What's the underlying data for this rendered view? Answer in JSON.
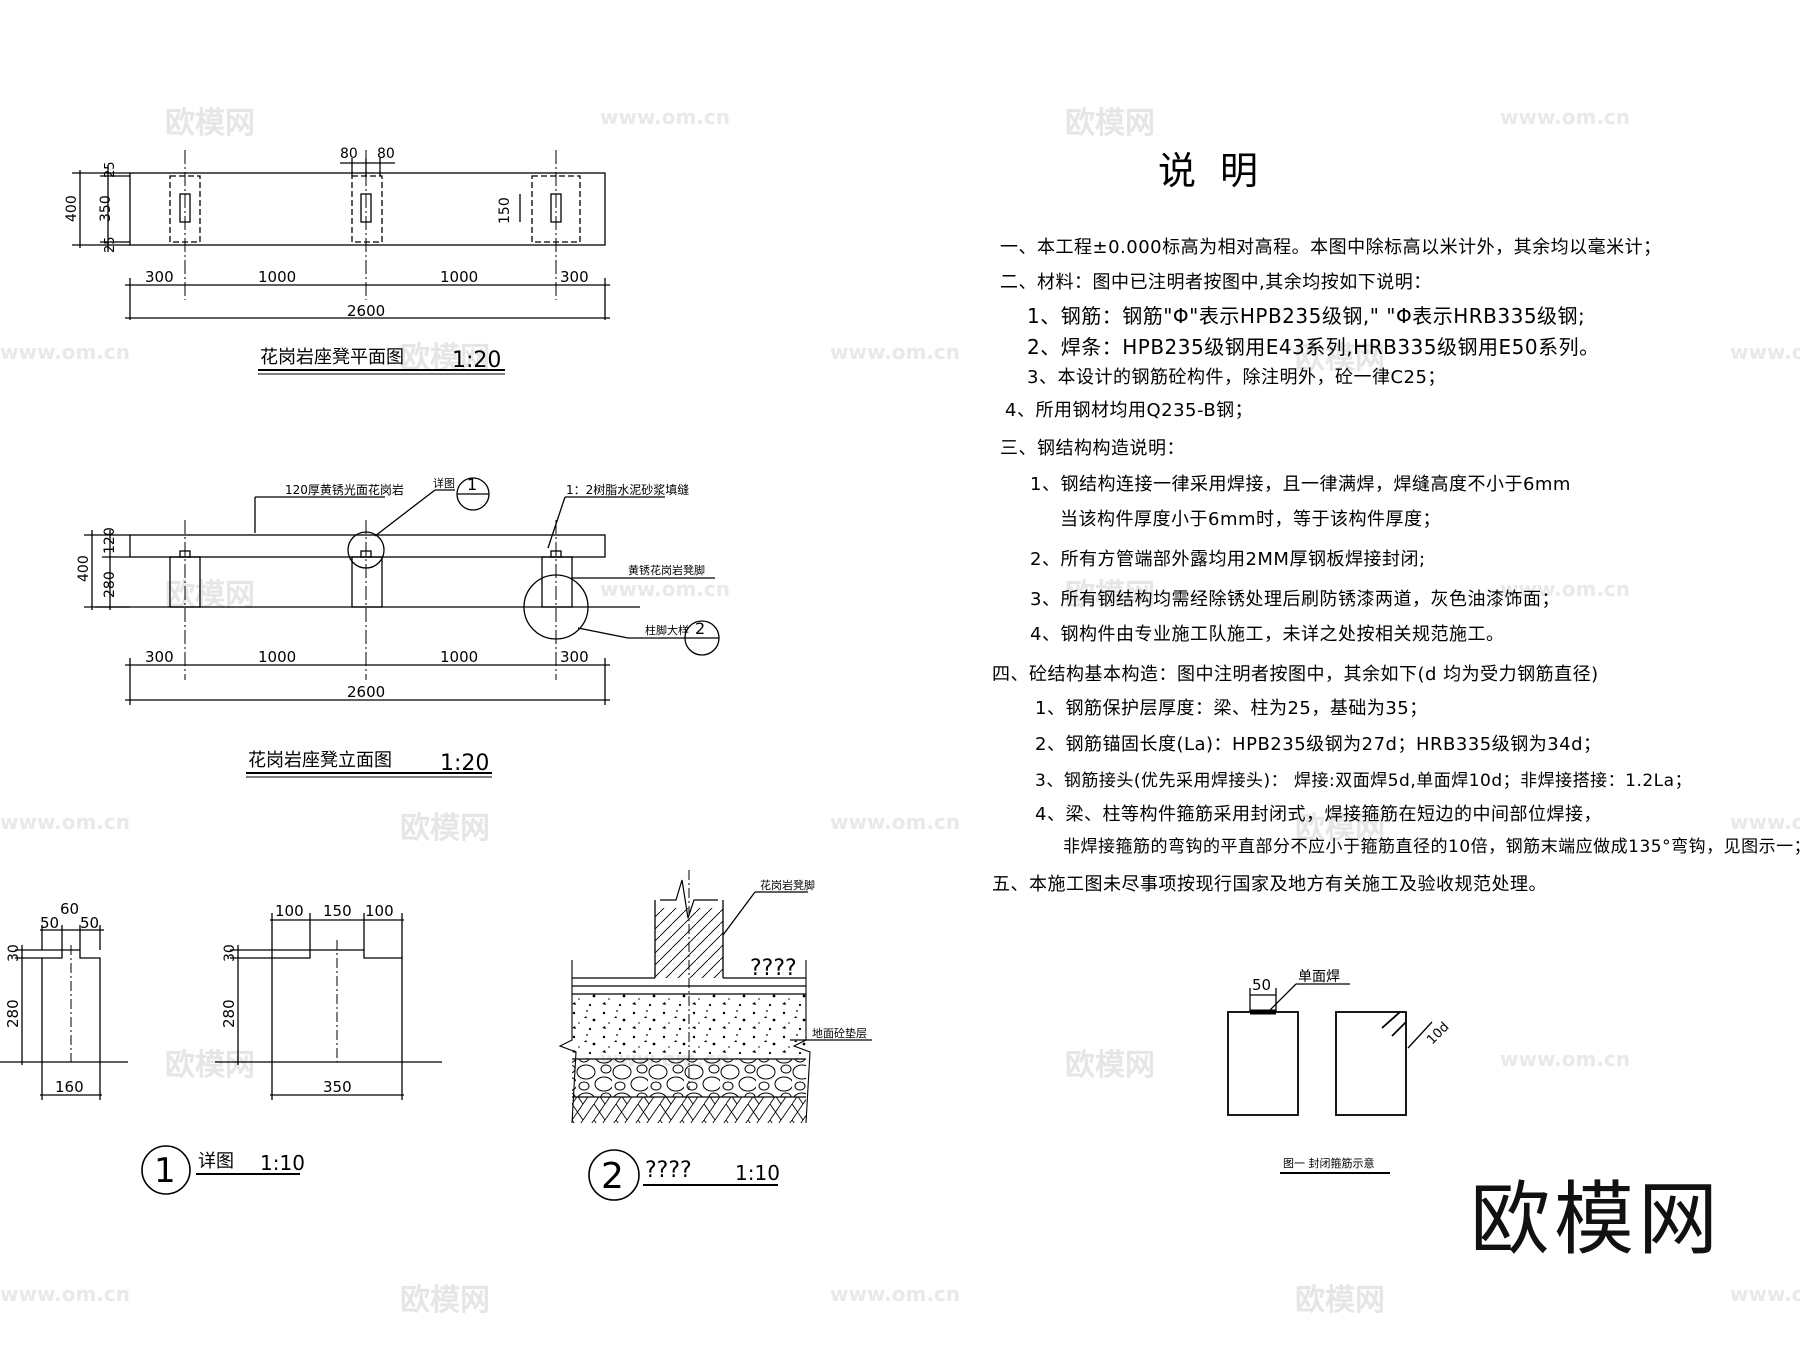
{
  "watermarks": {
    "brand": "欧模网",
    "url": "www.om.cn"
  },
  "plan_view": {
    "title": "花岗岩座凳平面图",
    "scale": "1:20",
    "dims_top": [
      "80",
      "80"
    ],
    "dims_left": [
      "400",
      "25",
      "350",
      "25"
    ],
    "dim_150": "150",
    "dims_bottom": [
      "300",
      "1000",
      "1000",
      "300"
    ],
    "total": "2600"
  },
  "elevation_view": {
    "title": "花岗岩座凳立面图",
    "scale": "1:20",
    "label_top_slab": "120厚黄锈光面花岗岩",
    "label_detail": "详图",
    "label_mortar": "1：2树脂水泥砂浆填缝",
    "label_leg": "黄锈花岗岩凳脚",
    "label_footing": "柱脚大样",
    "circle_1": "1",
    "circle_2": "2",
    "dims_left": [
      "400",
      "120",
      "280"
    ],
    "dims_bottom": [
      "300",
      "1000",
      "1000",
      "300"
    ],
    "total": "2600"
  },
  "detail_1": {
    "number": "1",
    "title": "详图",
    "scale": "1:10",
    "left_dims": [
      "60",
      "50",
      "50",
      "30",
      "280",
      "160"
    ],
    "right_dims": [
      "100",
      "150",
      "100",
      "30",
      "280",
      "350"
    ]
  },
  "detail_2": {
    "number": "2",
    "title": "????",
    "scale": "1:10",
    "label_leg": "花岗岩凳脚",
    "label_unknown": "????",
    "label_concrete": "地面砼垫层"
  },
  "stirrup_figure": {
    "label_weld": "单面焊",
    "dim_50": "50",
    "dim_10d": "10d",
    "caption": "图一  封闭箍筋示意"
  },
  "notes": {
    "title": "说明",
    "lines": [
      "一、本工程±0.000标高为相对高程。本图中除标高以米计外，其余均以毫米计；",
      "二、材料：图中已注明者按图中,其余均按如下说明：",
      "1、钢筋：钢筋\"Φ\"表示HPB235级钢,\" \"Φ表示HRB335级钢;",
      "2、焊条：HPB235级钢用E43系列,HRB335级钢用E50系列。",
      "3、本设计的钢筋砼构件，除注明外，砼一律C25；",
      "4、所用钢材均用Q235-B钢；",
      "三、钢结构构造说明：",
      "1、钢结构连接一律采用焊接，且一律满焊，焊缝高度不小于6mm",
      "当该构件厚度小于6mm时，等于该构件厚度；",
      "2、所有方管端部外露均用2MM厚钢板焊接封闭;",
      "3、所有钢结构均需经除锈处理后刷防锈漆两道，灰色油漆饰面；",
      "4、钢构件由专业施工队施工，未详之处按相关规范施工。",
      "四、砼结构基本构造：图中注明者按图中，其余如下(d 均为受力钢筋直径)",
      "1、钢筋保护层厚度：梁、柱为25，基础为35；",
      "2、钢筋锚固长度(La)：HPB235级钢为27d；HRB335级钢为34d；",
      "3、钢筋接头(优先采用焊接头)： 焊接:双面焊5d,单面焊10d；非焊接搭接：1.2La；",
      "4、梁、柱等构件箍筋采用封闭式，焊接箍筋在短边的中间部位焊接，",
      "非焊接箍筋的弯钩的平直部分不应小于箍筋直径的10倍，钢筋末端应做成135°弯钩，见图示一；",
      "五、本施工图未尽事项按现行国家及地方有关施工及验收规范处理。"
    ]
  }
}
